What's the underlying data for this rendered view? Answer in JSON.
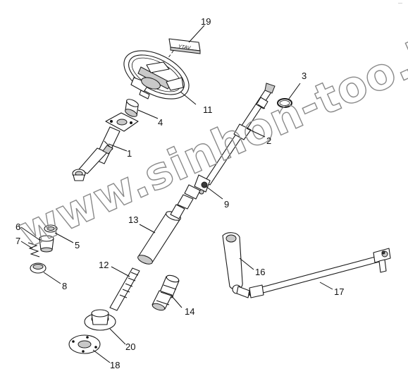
{
  "watermark": "www.sinhon-too.kz",
  "corner_mark": "—",
  "emblem_text": "YTAV",
  "callouts": [
    {
      "id": "c1",
      "text": "1"
    },
    {
      "id": "c2",
      "text": "2"
    },
    {
      "id": "c3",
      "text": "3"
    },
    {
      "id": "c4",
      "text": "4"
    },
    {
      "id": "c5",
      "text": "5"
    },
    {
      "id": "c6",
      "text": "6"
    },
    {
      "id": "c7",
      "text": "7"
    },
    {
      "id": "c8",
      "text": "8"
    },
    {
      "id": "c9",
      "text": "9"
    },
    {
      "id": "c11",
      "text": "11"
    },
    {
      "id": "c12",
      "text": "12"
    },
    {
      "id": "c13",
      "text": "13"
    },
    {
      "id": "c14",
      "text": "14"
    },
    {
      "id": "c16",
      "text": "16"
    },
    {
      "id": "c17",
      "text": "17"
    },
    {
      "id": "c18",
      "text": "18"
    },
    {
      "id": "c19",
      "text": "19"
    },
    {
      "id": "c20",
      "text": "20"
    }
  ]
}
